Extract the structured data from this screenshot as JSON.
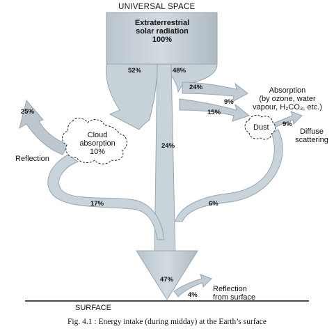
{
  "top_label": "UNIVERSAL SPACE",
  "source": {
    "line1": "Extraterrestrial",
    "line2": "solar radiation",
    "line3": "100%"
  },
  "flows": {
    "split_left": "52%",
    "split_right": "48%",
    "right_upper": "24%",
    "to_absorption": "9%",
    "right_lower": "15%",
    "dust_to_diffuse": "9%",
    "direct_down": "24%",
    "left_reflection": "25%",
    "left_down": "17%",
    "diffuse_down": "6%",
    "surface_total": "47%",
    "surface_reflection": "4%"
  },
  "labels": {
    "absorption": [
      "Absorption",
      "(by ozone, water",
      "vapour, H₂CO₃, etc.)"
    ],
    "dust": "Dust",
    "diffuse": [
      "Diffuse",
      "scattering"
    ],
    "cloud": [
      "Cloud",
      "absorption",
      "10%"
    ],
    "reflection": "Reflection",
    "surface_reflection": [
      "Reflection",
      "from surface"
    ],
    "surface": "SURFACE"
  },
  "caption": "Fig. 4.1 : Energy intake (during midday) at the Earth’s surface"
}
